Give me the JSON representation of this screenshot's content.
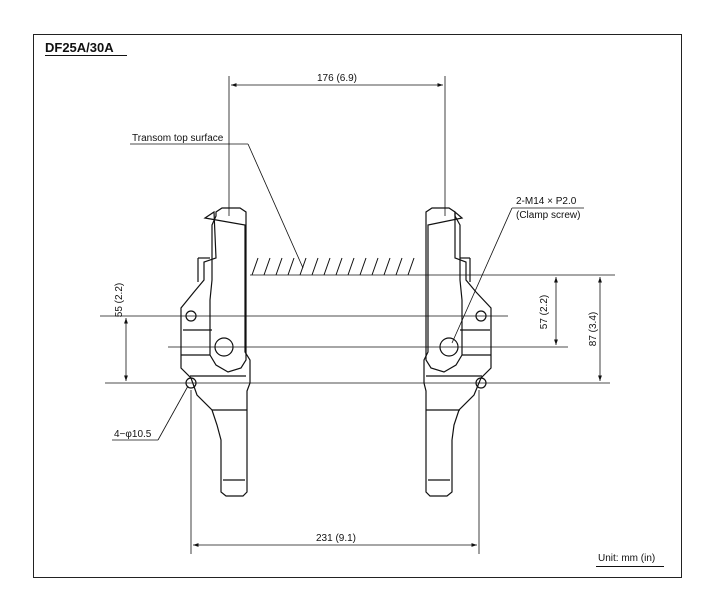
{
  "title": "DF25A/30A",
  "unit_note": "Unit: mm (in)",
  "dimensions": {
    "top_width": "176 (6.9)",
    "bottom_width": "231 (9.1)",
    "left_vertical": "55 (2.2)",
    "right_vertical_1": "57 (2.2)",
    "right_vertical_2": "87 (3.4)"
  },
  "annotations": {
    "transom": "Transom top surface",
    "clamp_screw_1": "2-M14 × P2.0",
    "clamp_screw_2": "(Clamp screw)",
    "holes": "4−φ10.5"
  },
  "colors": {
    "line": "#111111",
    "background": "#ffffff"
  }
}
